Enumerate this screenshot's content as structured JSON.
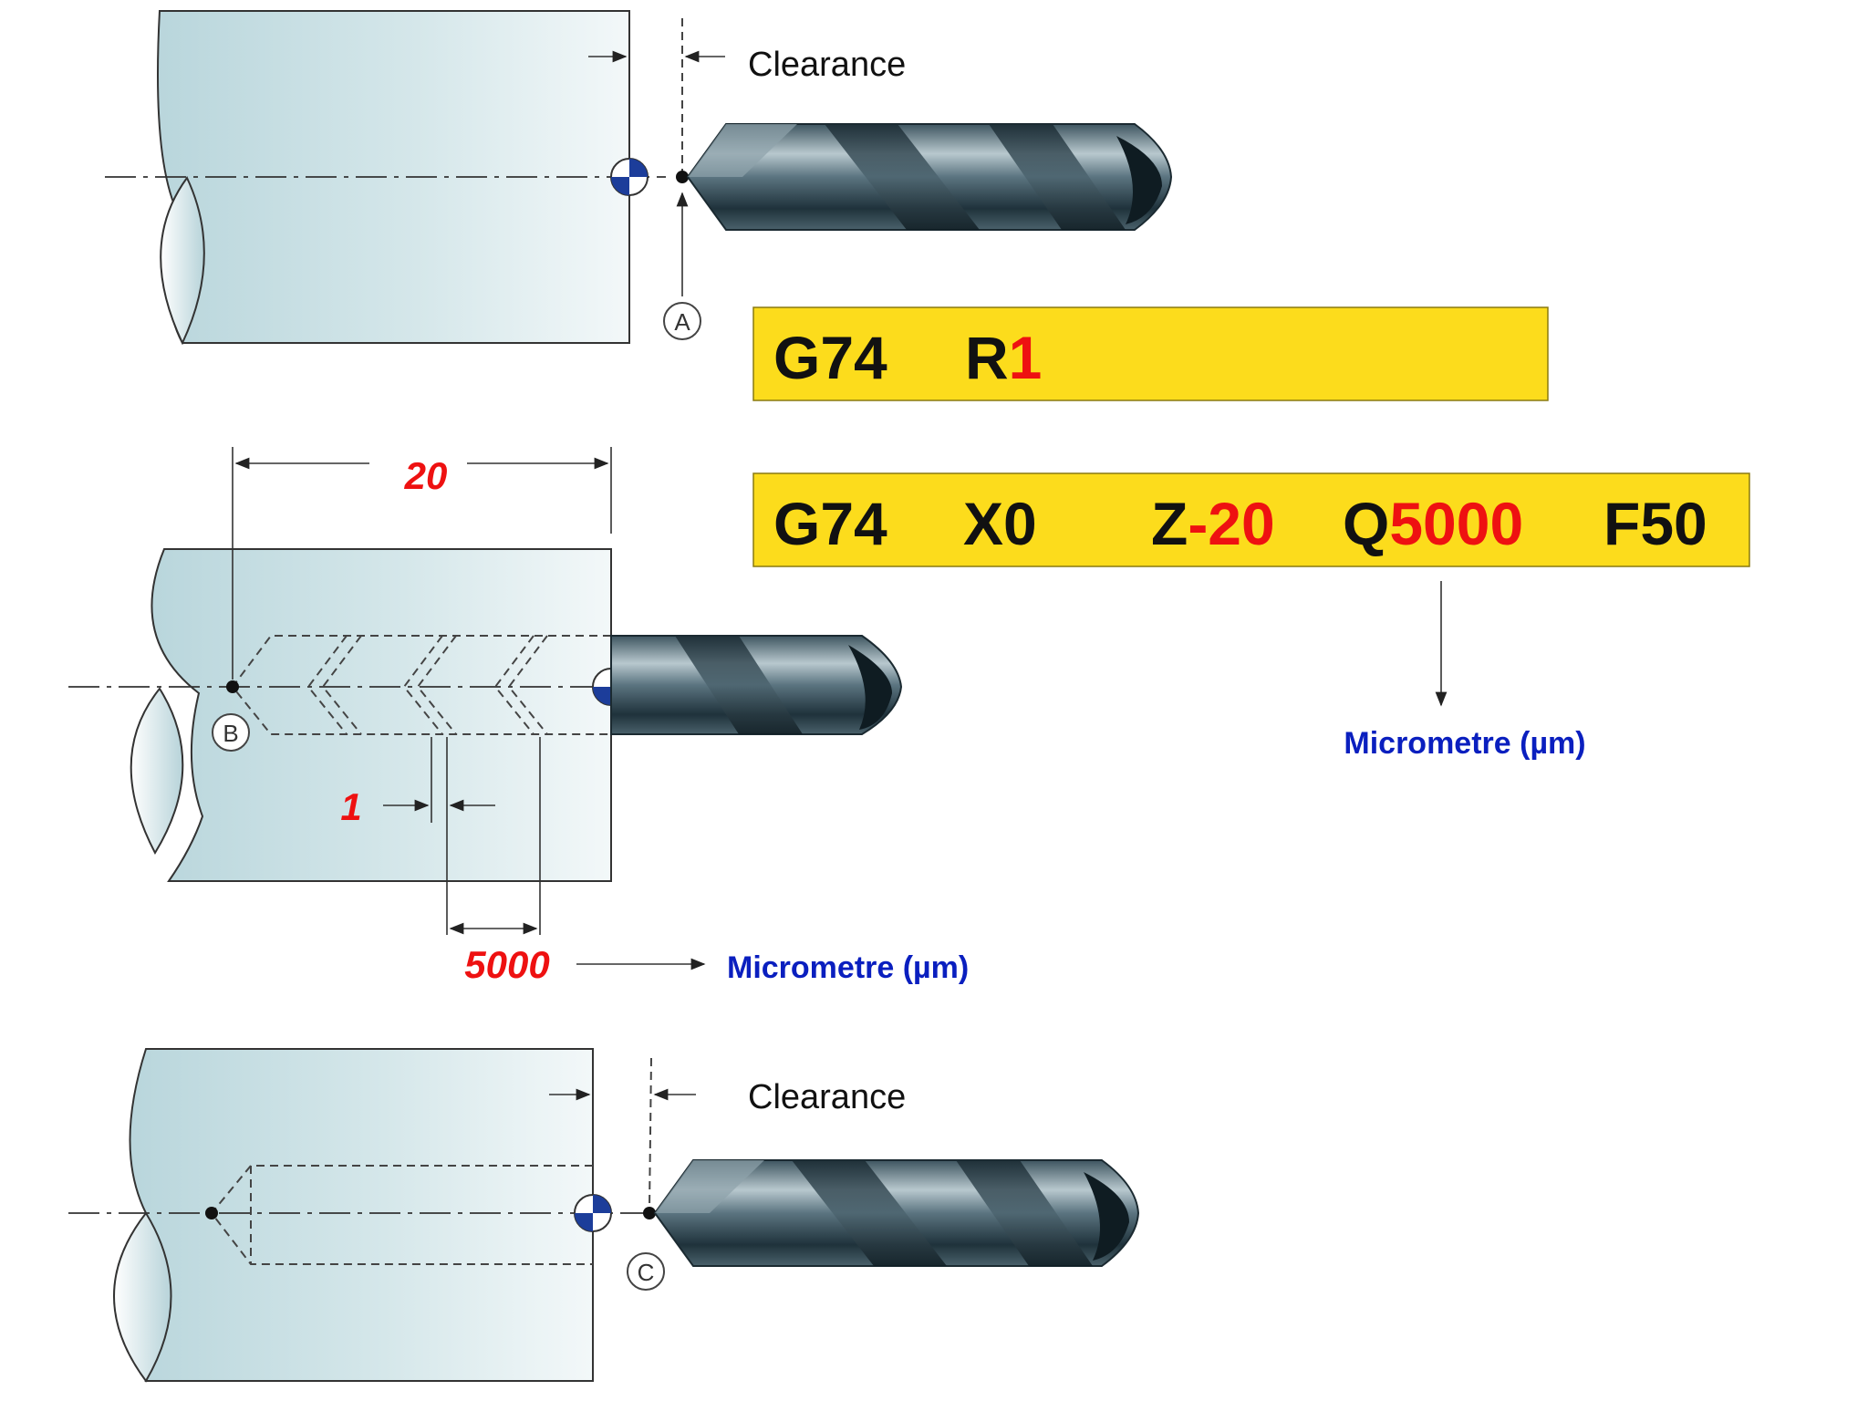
{
  "clearance_label": "Clearance",
  "point_a": "A",
  "point_b": "B",
  "point_c": "C",
  "code_line_1": {
    "g": "G74",
    "r_prefix": "R",
    "r_value": "1"
  },
  "code_line_2": {
    "g": "G74",
    "x": "X0",
    "z_prefix": "Z",
    "z_value": "-20",
    "q_prefix": "Q",
    "q_value": "5000",
    "f": "F50"
  },
  "dim_depth": "20",
  "dim_retract": "1",
  "dim_peck": "5000",
  "unit_label": "Micrometre (µm)",
  "colors": {
    "code_box": "#fcdc1c",
    "highlight_red": "#ee1111",
    "unit_blue": "#0a1fbf",
    "workpiece": "#c5dde2"
  }
}
